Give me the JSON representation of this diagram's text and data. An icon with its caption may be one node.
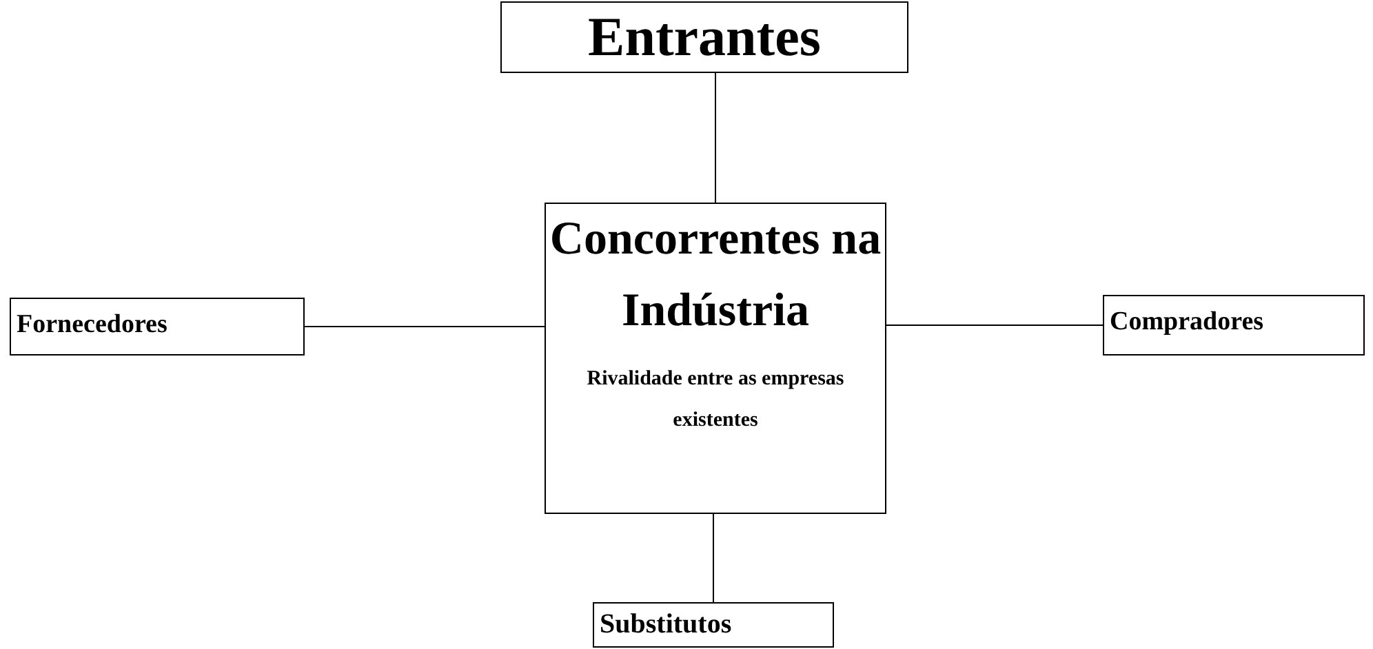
{
  "diagram": {
    "nodes": [
      {
        "text": [
          "Entrantes"
        ]
      },
      {
        "text": [
          "Concorrentes na Indústria",
          "Rivalidade entre as empresas existentes"
        ]
      },
      {
        "text": [
          "Fornecedores"
        ]
      },
      {
        "text": [
          "Compradores"
        ]
      },
      {
        "text": [
          "Substitutos"
        ]
      }
    ],
    "edges": [
      {
        "from": 0,
        "to": 1,
        "arrow": "none"
      },
      {
        "from": 2,
        "to": 1,
        "arrow": "none"
      },
      {
        "from": 1,
        "to": 3,
        "arrow": "none"
      },
      {
        "from": 1,
        "to": 4,
        "arrow": "none"
      }
    ]
  }
}
